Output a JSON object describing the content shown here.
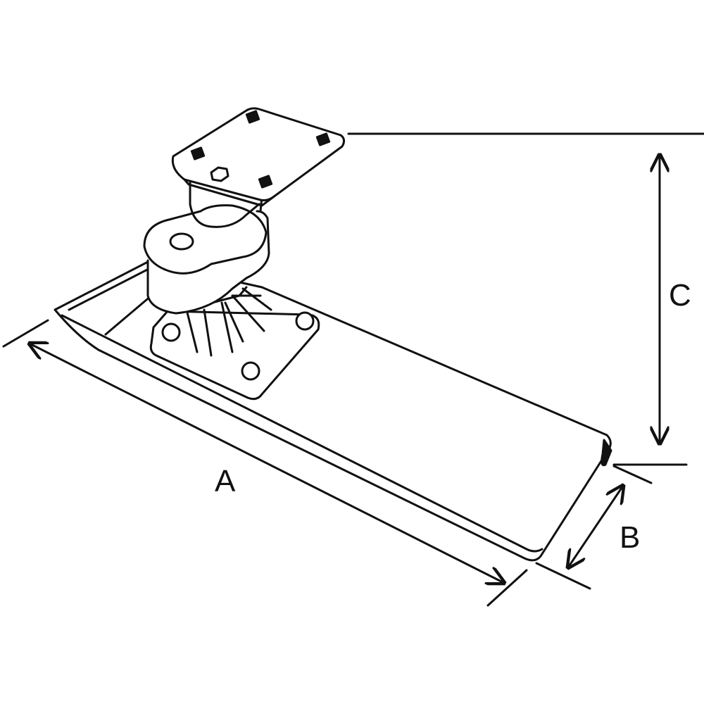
{
  "diagram": {
    "dimension_labels": {
      "a": "A",
      "b": "B",
      "c": "C"
    },
    "colors": {
      "line": "#111111",
      "background": "#ffffff"
    }
  }
}
